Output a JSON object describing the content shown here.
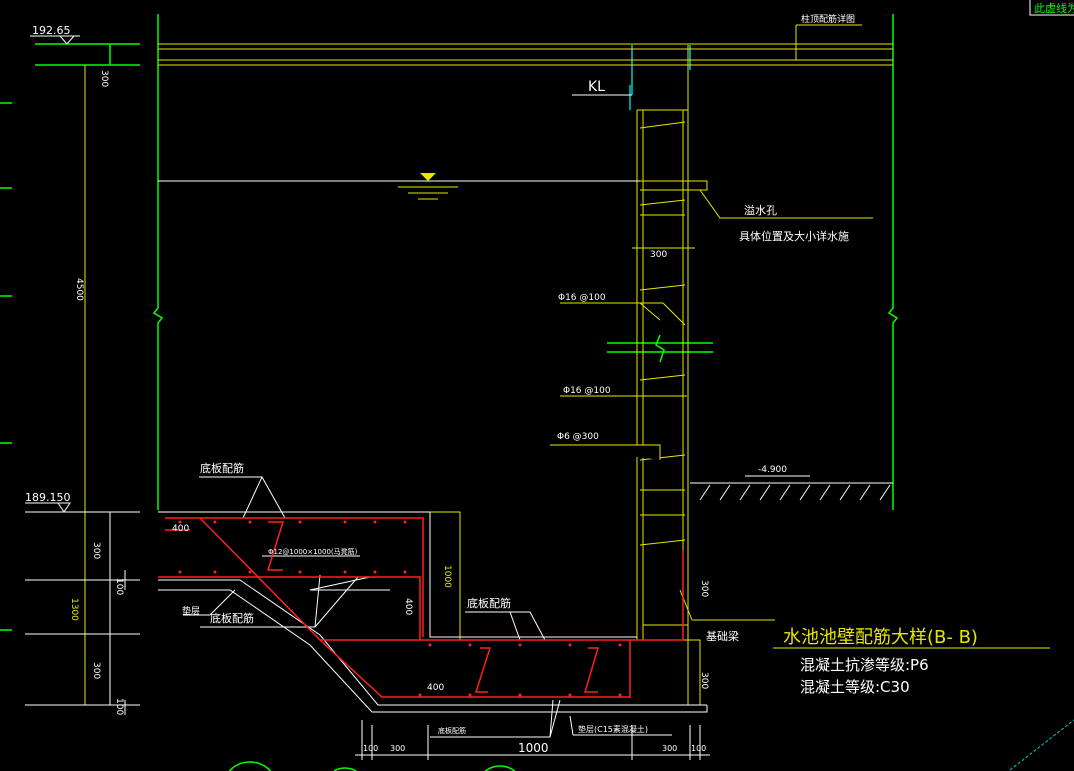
{
  "colors": {
    "wall": "#00ff00",
    "structure": "#e6e600",
    "rebar": "#ff2020",
    "text": "#ffffff",
    "background": "#000000"
  },
  "elevations": {
    "top": "192.65",
    "base": "189.150",
    "ground": "-4.900"
  },
  "dims_left": {
    "top_slab": "300",
    "wall_height": "4500",
    "d1": "300",
    "d2": "100",
    "d3": "1300",
    "d4": "300",
    "d5": "100"
  },
  "top_note": "柱顶配筋详图",
  "corner_note": "此虚线为",
  "kl_label": "KL",
  "overflow": {
    "title": "溢水孔",
    "note": "具体位置及大小详水施"
  },
  "wall_dim": "300",
  "rebar_labels": [
    "Φ16 @100",
    "Φ16 @100",
    "Φ6 @300"
  ],
  "slab": {
    "label1": "底板配筋",
    "label2": "底板配筋",
    "label3": "底板配筋",
    "chair": "Φ12@1000×1000(马凳筋)",
    "dim_400a": "400",
    "dim_1000": "1000",
    "dim_400b": "400",
    "dim_400c": "400",
    "cushion": "垫层",
    "beam": "基础梁",
    "dim_300a": "300",
    "dim_300b": "300"
  },
  "bottom": {
    "label": "底板配筋",
    "cushion": "垫层(C15素混凝土)",
    "dims": [
      "100",
      "300",
      "1000",
      "300",
      "100"
    ]
  },
  "title": "水池池壁配筋大样(B- B)",
  "specs": [
    "混凝土抗渗等级:P6",
    "混凝土等级:C30"
  ]
}
